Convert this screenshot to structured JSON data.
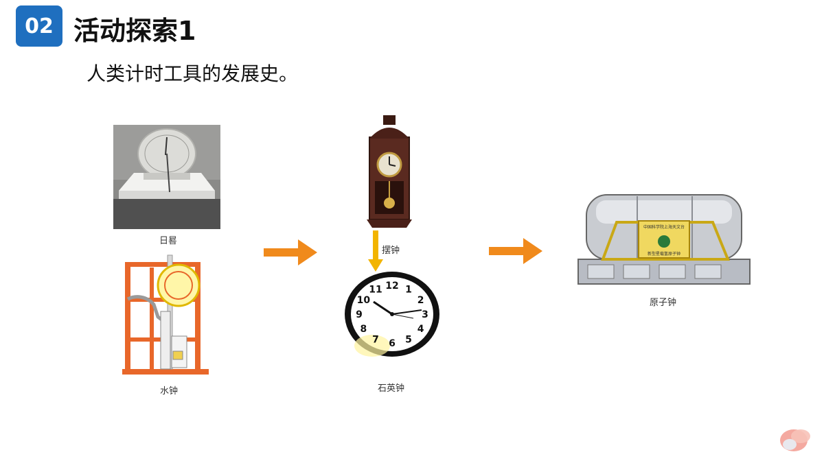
{
  "header": {
    "section_number": "02",
    "title": "活动探索1"
  },
  "subtitle": "人类计时工具的发展史。",
  "tools": {
    "sundial": "日晷",
    "water_clock": "水钟",
    "pendulum_clock": "摆钟",
    "quartz_clock": "石英钟",
    "atomic_clock": "原子钟"
  },
  "quartz_dial_numbers": [
    "12",
    "1",
    "2",
    "3",
    "4",
    "5",
    "6",
    "7",
    "8",
    "9",
    "10",
    "11"
  ],
  "atomic_plate_text": {
    "line1": "中国科学院上海天文台",
    "line2": "新型星载氢原子钟"
  },
  "colors": {
    "badge": "#1f6fbf",
    "arrow_orange": "#f08a1c",
    "arrow_yellow": "#f2b400",
    "water_clock_frame": "#e8672a"
  }
}
